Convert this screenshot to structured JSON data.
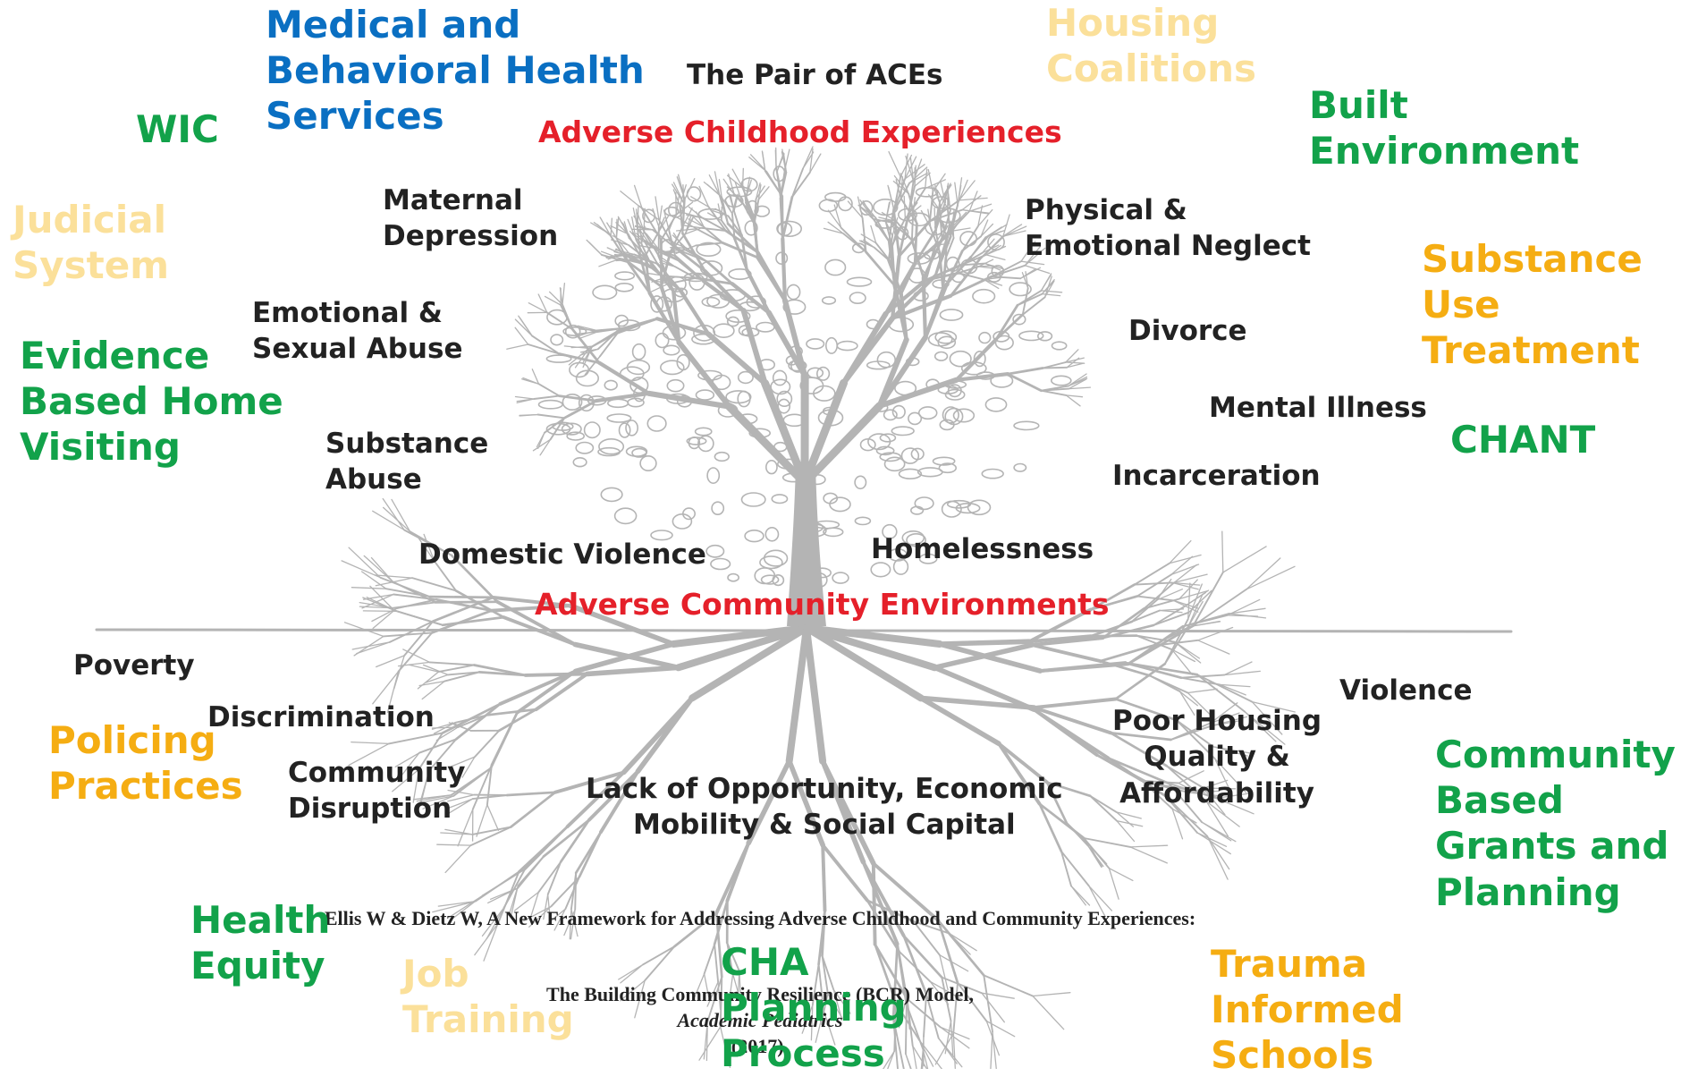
{
  "colors": {
    "blue": "#0a6fc2",
    "green": "#12a24a",
    "orange": "#f5ad12",
    "light_yellow": "#fbe09a",
    "red": "#e5202a",
    "tree": "#b4b4b4"
  },
  "header": {
    "pair_title": "The Pair of ACEs",
    "aces_title": "Adverse Childhood Experiences",
    "community_title": "Adverse Community Environments"
  },
  "aces": {
    "maternal_depression": "Maternal\nDepression",
    "emotional_sexual_abuse": "Emotional &\nSexual Abuse",
    "substance_abuse": "Substance\nAbuse",
    "domestic_violence": "Domestic Violence",
    "physical_emotional_neglect": "Physical &\nEmotional Neglect",
    "divorce": "Divorce",
    "mental_illness": "Mental Illness",
    "incarceration": "Incarceration",
    "homelessness": "Homelessness"
  },
  "community": {
    "poverty": "Poverty",
    "discrimination": "Discrimination",
    "community_disruption": "Community\nDisruption",
    "lack_of_opportunity": "Lack of Opportunity, Economic\nMobility & Social Capital",
    "poor_housing": "Poor Housing\nQuality &\nAffordability",
    "violence": "Violence"
  },
  "citation": {
    "line1": "Ellis W & Dietz W, A New Framework for Addressing Adverse Childhood and Community Experiences:",
    "line2_prefix": "The Building Community Resilience (BCR) Model,",
    "line2_journal": "Academic Pediatrics",
    "line2_suffix": "(2017)."
  },
  "interventions": {
    "medical_behavioral": "Medical and\nBehavioral Health\nServices",
    "wic": "WIC",
    "judicial_system": "Judicial\nSystem",
    "home_visiting": "Evidence\nBased Home\nVisiting",
    "housing_coalitions": "Housing\nCoalitions",
    "built_environment": "Built\nEnvironment",
    "substance_use_treatment": "Substance\nUse\nTreatment",
    "chant": "CHANT",
    "policing_practices": "Policing\nPractices",
    "community_grants": "Community\nBased\nGrants and\nPlanning",
    "health_equity": "Health\nEquity",
    "job_training": "Job\nTraining",
    "cha_planning": "CHA\nPlanning\nProcess",
    "trauma_schools": "Trauma\nInformed\nSchools"
  }
}
